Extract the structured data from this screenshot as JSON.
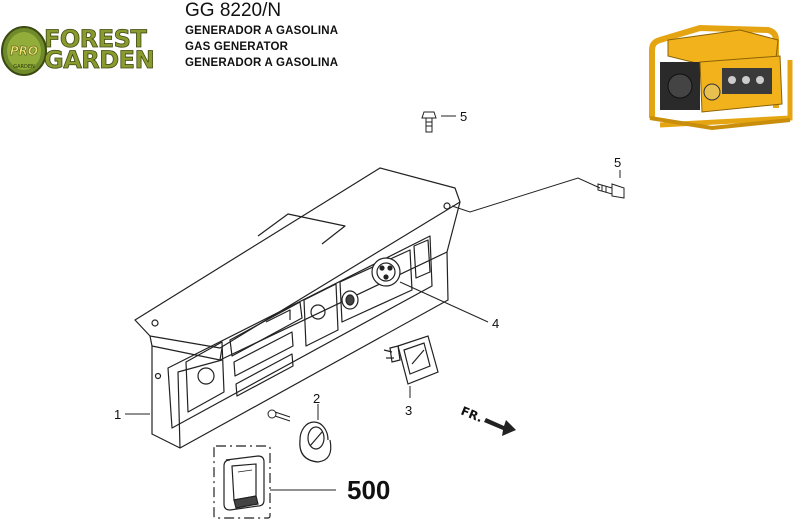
{
  "header": {
    "model": "GG 8220/N",
    "description_lines": [
      "GENERADOR A GASOLINA",
      "GAS GENERATOR",
      "GENERADOR A GASOLINA"
    ]
  },
  "brand": {
    "badge": "PRO",
    "line1": "FOREST",
    "line2": "GARDEN",
    "badge_small": "GARDEN",
    "color_green": "#8a9a2e",
    "color_dark": "#3c4a12"
  },
  "diagram": {
    "parts": [
      {
        "number": "1",
        "label": "1"
      },
      {
        "number": "2",
        "label": "2"
      },
      {
        "number": "3",
        "label": "3"
      },
      {
        "number": "4",
        "label": "4"
      },
      {
        "number": "5",
        "label": "5"
      },
      {
        "number": "5",
        "label": "5"
      }
    ],
    "detail_label": "500",
    "direction_label": "FR.",
    "line_color": "#222222",
    "generator_color": "#f2b21c"
  }
}
